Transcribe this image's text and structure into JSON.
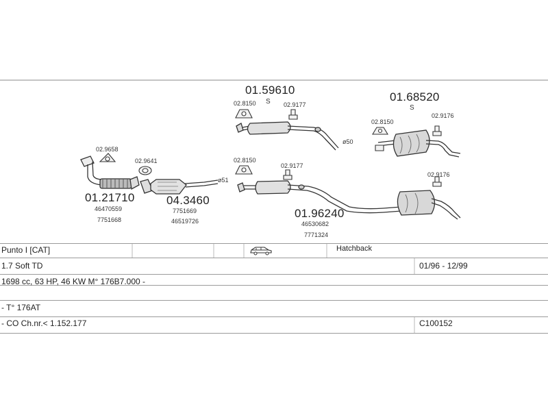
{
  "parts": {
    "p1": {
      "number": "01.21710",
      "oe": [
        "46470559",
        "7751668"
      ]
    },
    "p2": {
      "number": "04.3460",
      "oe": [
        "7751669",
        "46519726"
      ]
    },
    "p3": {
      "number": "01.59610",
      "suffix": "S"
    },
    "p4": {
      "number": "01.68520",
      "suffix": "S"
    },
    "p5": {
      "number": "01.96240",
      "oe": [
        "46530682",
        "7771324"
      ]
    }
  },
  "accessories": {
    "a1": "02.9658",
    "a2": "02.9641",
    "a3": "02.8150",
    "a4": "02.9177",
    "a5": "02.8150",
    "a6": "02.9176",
    "a7": "02.8150",
    "a8": "02.9177",
    "a9": "02.9176"
  },
  "pipe_marks": {
    "m1": "ø50",
    "m2": "ø51"
  },
  "vehicle": {
    "model": "Punto I [CAT]",
    "body_type": "Hatchback",
    "body_icon": "car-hatchback-icon",
    "engine": "1.7 Soft TD",
    "period": "01/96 - 12/99",
    "engine_spec": "1698 cc, 63 HP, 46 KW M° 176B7.000 -",
    "transmission": "- T° 176AT",
    "chassis": "- CO Ch.nr.< 1.152.177",
    "code": "C100152"
  }
}
